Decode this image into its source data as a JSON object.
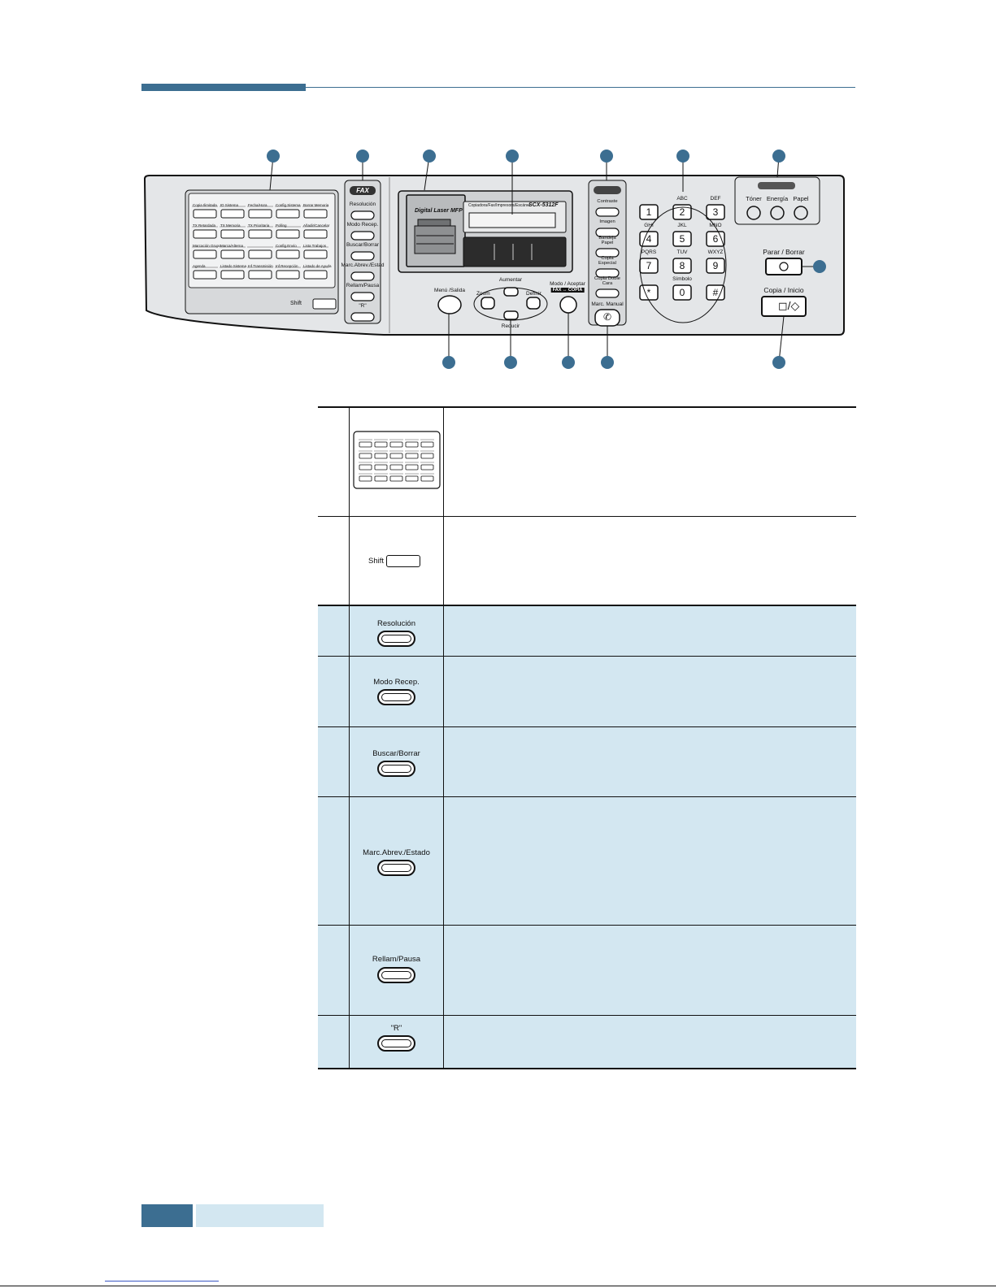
{
  "panel": {
    "one_touch_names": [
      [
        "Copia Ilimitada",
        "ID Sistema",
        "Fecha/Hora",
        "Config.Sistema",
        "Borrar Memoria"
      ],
      [
        "TX Retardada",
        "TX Memoria",
        "TX Prioritaria",
        "Polling",
        "Añadir/Cancelar"
      ],
      [
        "Marcación Grupo",
        "Marca/Alterna",
        "",
        "Config.Envío",
        "Lista Trabajos"
      ],
      [
        "Agenda",
        "Listado Sistema",
        "Inf.Transmisión",
        "Inf.Recepción",
        "Listado de Ayuda"
      ]
    ],
    "shift_label": "Shift",
    "fax_header": "FAX",
    "fax_buttons": [
      "Resolución",
      "Modo Recep.",
      "Buscar/Borrar",
      "Marc.Abrev./Estad",
      "Rellam/Pausa",
      "\"R\""
    ],
    "display_brand": "Digital Laser MFP",
    "display_header": "Copiadora/Fax/Impresora/Escáner",
    "display_model": "SCX-5312F",
    "copy_buttons": [
      "Contraste",
      "Imagen",
      "Bandeja Papel",
      "Copia Especial",
      "Copia Doble Cara"
    ],
    "keypad": {
      "letters": [
        "",
        "ABC",
        "DEF",
        "GHI",
        "JKL",
        "MNO",
        "PQRS",
        "TUV",
        "WXYZ",
        "",
        "Símbolo",
        ""
      ],
      "keys": [
        "1",
        "2",
        "3",
        "4",
        "5",
        "6",
        "7",
        "8",
        "9",
        "*",
        "0",
        "#"
      ]
    },
    "status_labels": [
      "Tóner",
      "Energía",
      "Papel"
    ],
    "stop_label": "Parar / Borrar",
    "copy_start_label": "Copia / Inicio",
    "menu_label": "Menú /Salida",
    "nav_up_label": "Aumentar",
    "nav_down_label": "Reducir",
    "nav_left_label": "Zoom",
    "nav_right_label": "Definir",
    "mode_label": "Modo / Aceptar",
    "mode_sub_label": "FAX ↔ COPIA",
    "manual_dial_label": "Marc. Manual"
  },
  "table": {
    "shift_label": "Shift",
    "buttons": [
      "Resolución",
      "Modo Recep.",
      "Buscar/Borrar",
      "Marc.Abrev./Estado",
      "Rellam/Pausa",
      "\"R\""
    ]
  },
  "colors": {
    "accent": "#3c6e91",
    "light_blue": "#d3e7f1",
    "panel_gray": "#e4e6e8"
  }
}
